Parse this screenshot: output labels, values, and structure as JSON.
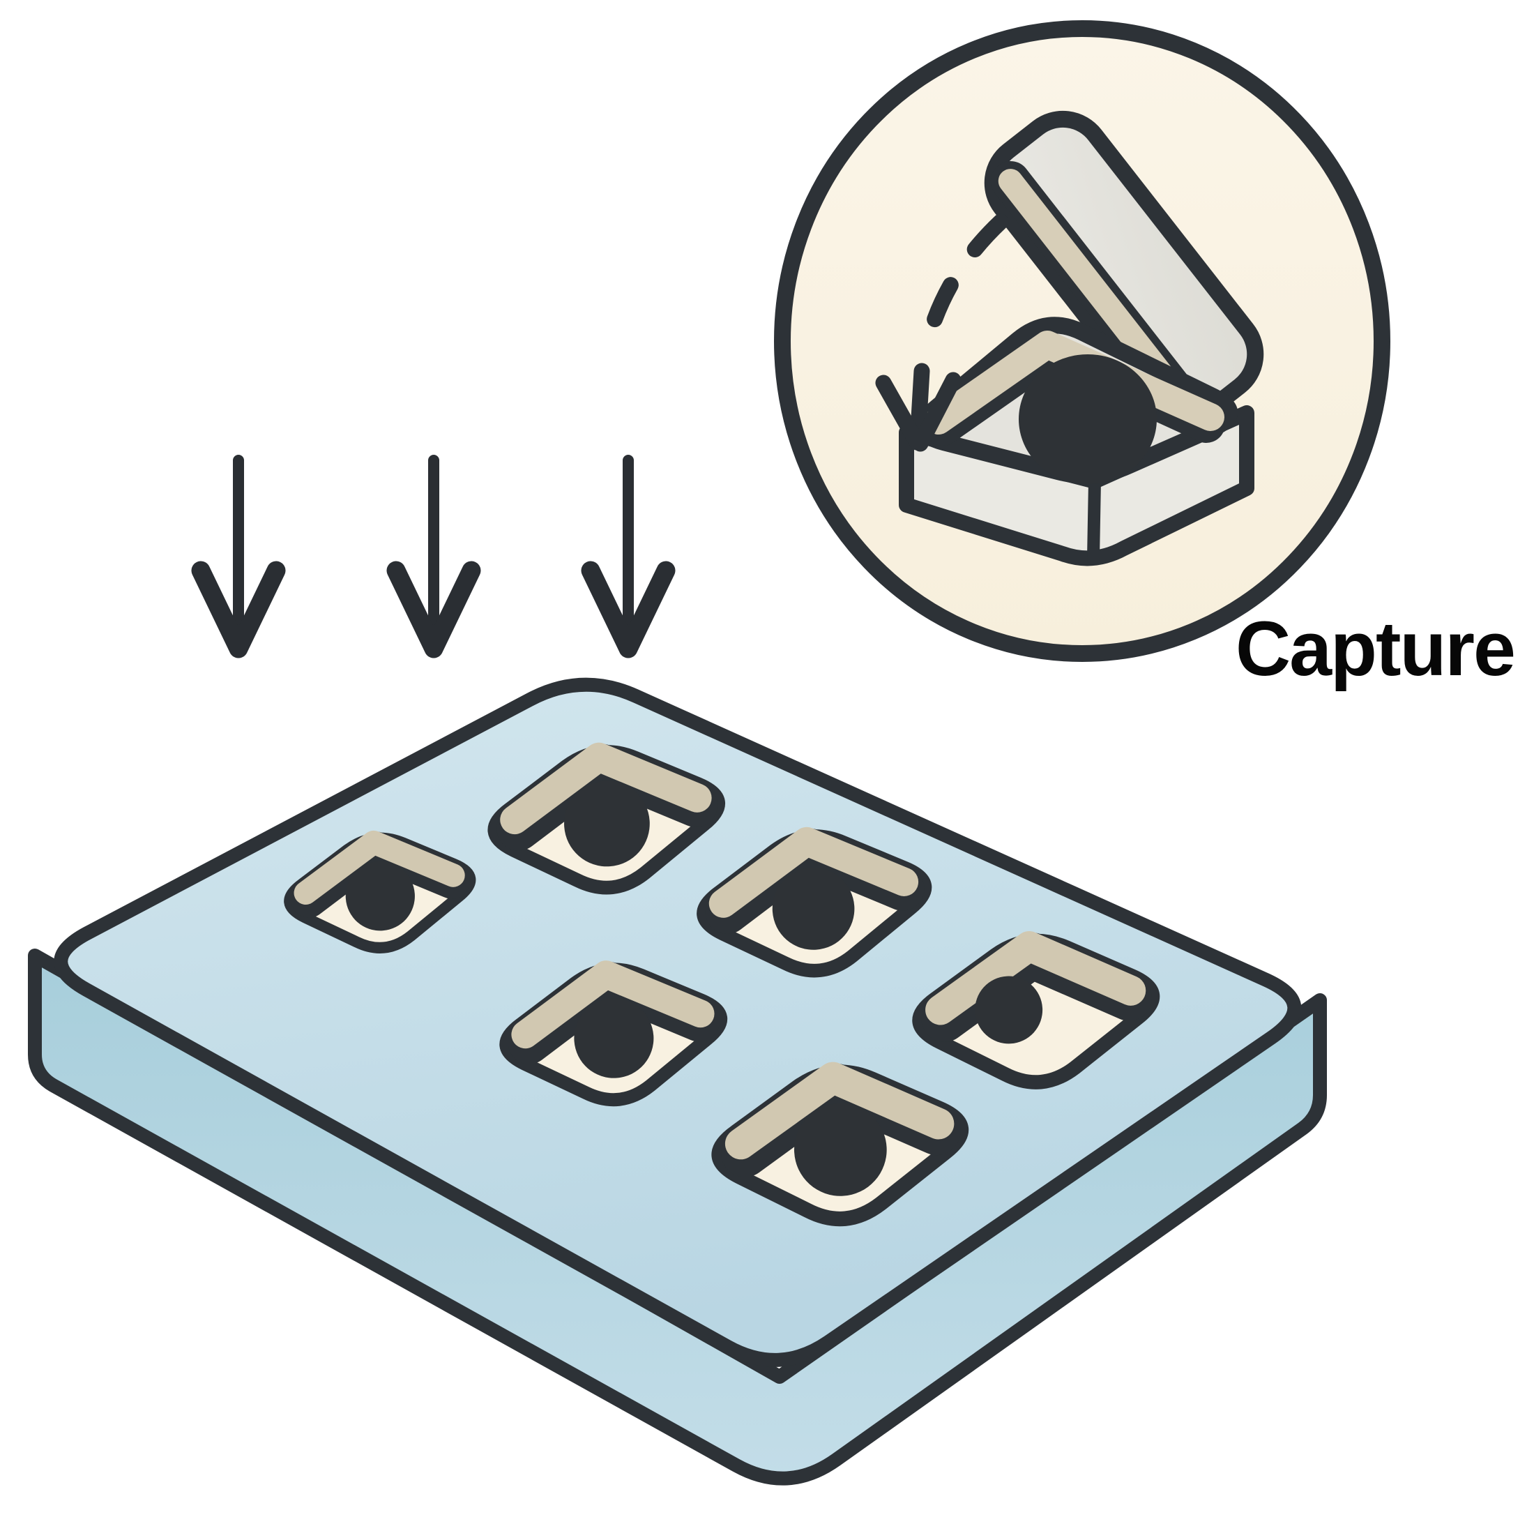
{
  "figure": {
    "caption": "Capture",
    "well_plate": {
      "well_count": 6,
      "rows": 2,
      "columns": 3,
      "beads_per_well": 1
    },
    "falling_arrows": {
      "count": 3,
      "direction": "down"
    },
    "inset_icon": {
      "name": "bead-capture-box",
      "elements": [
        "open-box",
        "bead",
        "closing-lid",
        "dashed-drop-arrow"
      ]
    }
  },
  "colors": {
    "outline": "#2d3237",
    "plate_top": "#c6dfe9",
    "plate_side": "#aed2de",
    "well_floor": "#f8f1e1",
    "well_wall_tan": "#d1c8b1",
    "bead": "#2e3236",
    "inset_background": "#faf3e3",
    "lid_gray": "#e5e4de",
    "box_face": "#eae9e3",
    "label_color": "#070707"
  }
}
